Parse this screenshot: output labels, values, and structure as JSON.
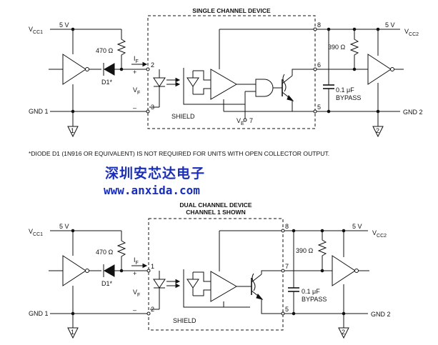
{
  "top": {
    "title": "SINGLE CHANNEL DEVICE",
    "vcc1": "V",
    "vcc1_sub": "CC1",
    "vcc1_value": "5 V",
    "gnd1": "GND 1",
    "r1": "470 Ω",
    "d1": "D1*",
    "if": "I",
    "if_sub": "F",
    "vf": "V",
    "vf_sub": "F",
    "plus": "+",
    "minus": "–",
    "pin2": "2",
    "pin3": "3",
    "pin8": "8",
    "pin6": "6",
    "pin5": "5",
    "pin7": "7",
    "shield": "SHIELD",
    "ve": "V",
    "ve_sub": "E",
    "vcc2_value": "5 V",
    "vcc2": "V",
    "vcc2_sub": "CC2",
    "r2": "390 Ω",
    "cap": "0.1 μF",
    "bypass": "BYPASS",
    "gnd2": "GND 2",
    "ground_left": "1",
    "ground_right": "2"
  },
  "note": "*DIODE D1 (1N916 OR EQUIVALENT) IS NOT REQUIRED FOR UNITS WITH OPEN COLLECTOR OUTPUT.",
  "watermark": {
    "chinese": "深圳安芯达电子",
    "url": "www.anxida.com"
  },
  "bottom": {
    "title_line1": "DUAL CHANNEL DEVICE",
    "title_line2": "CHANNEL 1 SHOWN",
    "vcc1": "V",
    "vcc1_sub": "CC1",
    "vcc1_value": "5 V",
    "gnd1": "GND 1",
    "r1": "470 Ω",
    "d1": "D1*",
    "if": "I",
    "if_sub": "F",
    "vf": "V",
    "vf_sub": "F",
    "plus": "+",
    "minus": "–",
    "pin1": "1",
    "pin2": "2",
    "pin8": "8",
    "pin7": "7",
    "pin5": "5",
    "shield": "SHIELD",
    "vcc2_value": "5 V",
    "vcc2": "V",
    "vcc2_sub": "CC2",
    "r2": "390 Ω",
    "cap": "0.1 μF",
    "bypass": "BYPASS",
    "gnd2": "GND 2",
    "ground_left": "1",
    "ground_right": "2"
  }
}
